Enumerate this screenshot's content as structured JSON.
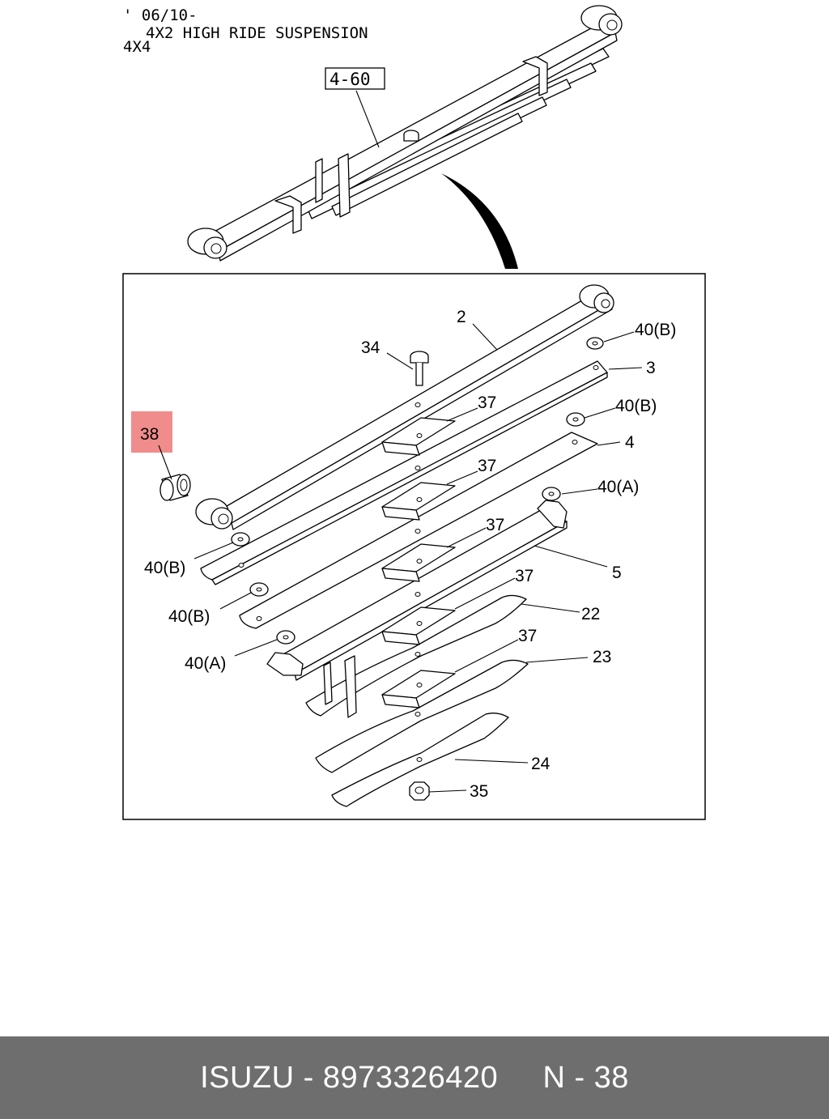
{
  "header": {
    "lines": [
      "' 06/10-",
      "4X2 HIGH RIDE SUSPENSION",
      "4X4"
    ]
  },
  "ref_box": "4-60",
  "callouts": {
    "c2": "2",
    "c34": "34",
    "c40b_top": "40(B)",
    "c3": "3",
    "c37_a": "37",
    "c40b_mid": "40(B)",
    "c4": "4",
    "c38": "38",
    "c37_b": "37",
    "c40a_top": "40(A)",
    "c37_c": "37",
    "c40b_left1": "40(B)",
    "c5": "5",
    "c37_d": "37",
    "c22": "22",
    "c40b_left2": "40(B)",
    "c37_e": "37",
    "c40a_left": "40(A)",
    "c23": "23",
    "c24": "24",
    "c35": "35"
  },
  "highlight": {
    "color": "#f08080"
  },
  "footer": {
    "brand": "ISUZU",
    "part_number": "8973326420",
    "page_ref": "N - 38",
    "text": "ISUZU - 8973326420     N - 38"
  }
}
